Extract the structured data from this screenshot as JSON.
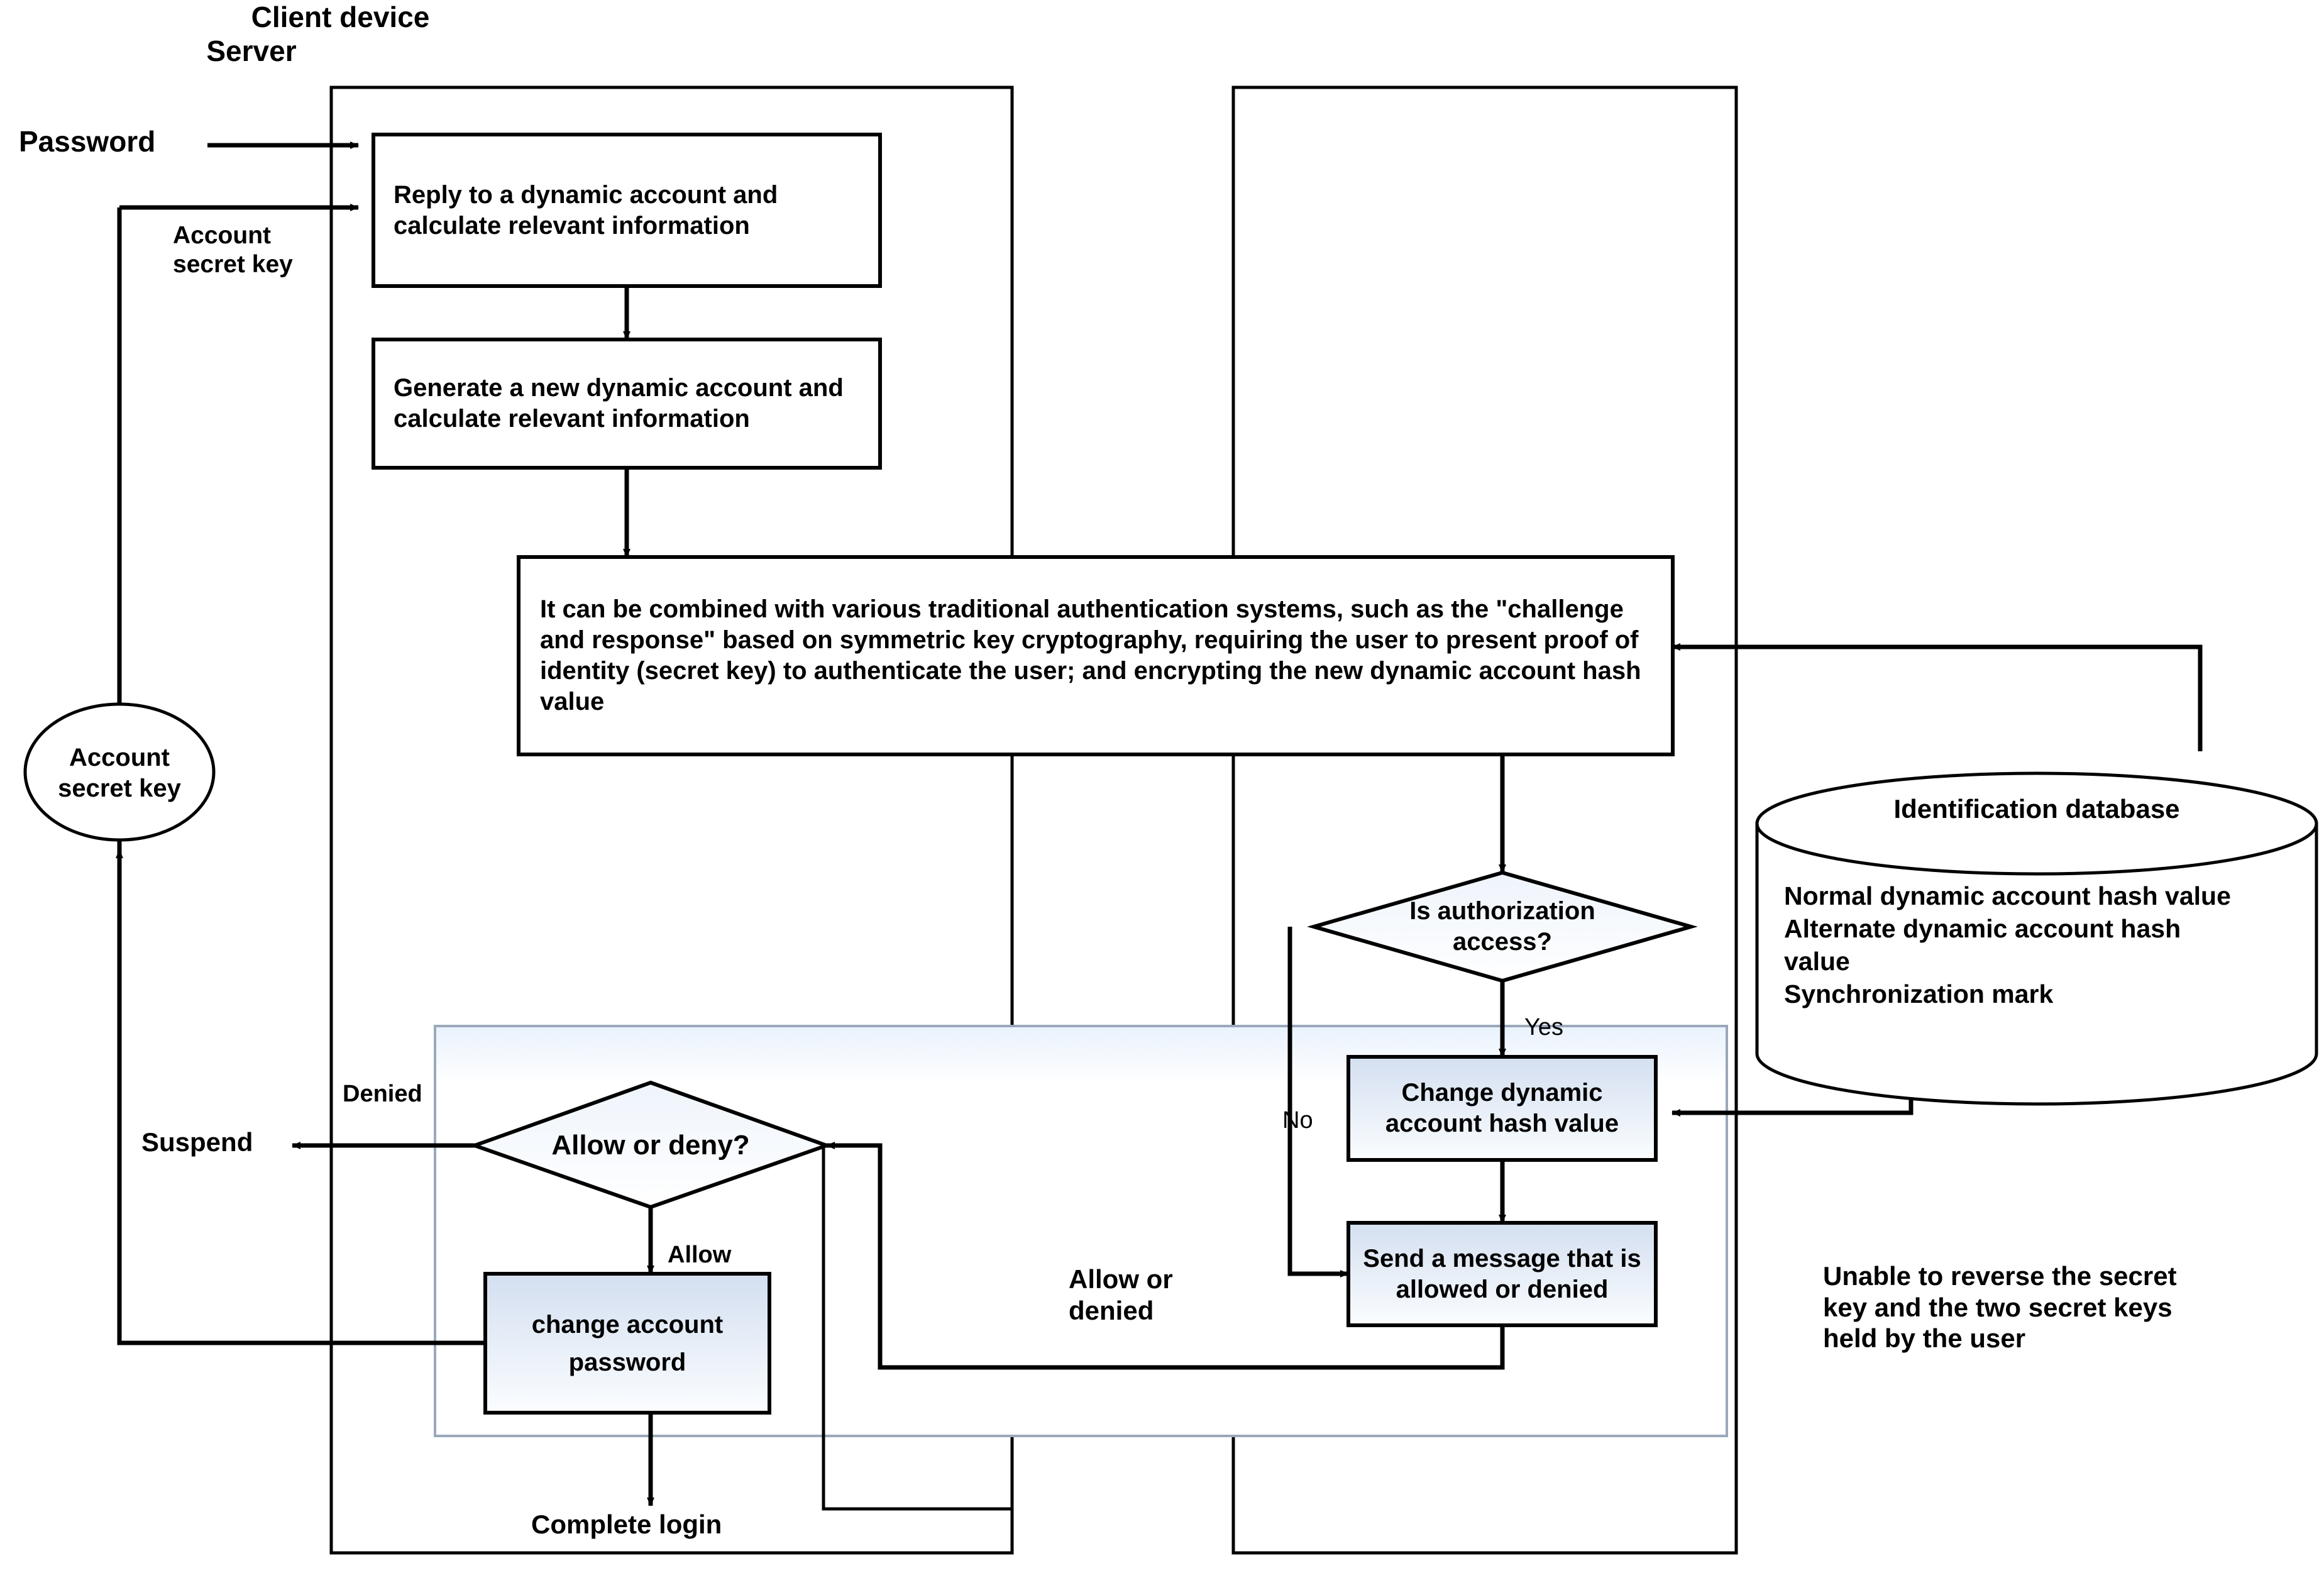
{
  "lanes": [
    {
      "id": "client",
      "title": "Client device"
    },
    {
      "id": "server",
      "title": "Server"
    }
  ],
  "external_labels": {
    "password": "Password",
    "account_secret_key_in": "Account\nsecret key",
    "suspend": "Suspend",
    "complete_login": "Complete login",
    "allow_or_denied": "Allow or\ndenied",
    "note_irreversible": "Unable to reverse the secret\nkey and the two secret keys\nheld by the user"
  },
  "nodes": {
    "account_secret_key_circle": {
      "label": "Account\nsecret key",
      "shape": "ellipse"
    },
    "reply_dynamic_account": {
      "label": "Reply to a dynamic account and\ncalculate relevant information",
      "shape": "process"
    },
    "generate_dynamic_account": {
      "label": "Generate a new dynamic account\nand calculate relevant information",
      "shape": "process"
    },
    "combined_auth_systems": {
      "label": "It can be combined with various traditional authentication systems, such as\nthe \"challenge and response\" based on symmetric key cryptography, requiring\nthe user to present proof of identity (secret key) to authenticate the user; and\nencrypting the new dynamic account hash value",
      "shape": "process"
    },
    "is_authorization_access": {
      "label": "Is authorization\naccess?",
      "shape": "decision"
    },
    "change_dynamic_hash": {
      "label": "Change dynamic\naccount hash value",
      "shape": "process-shaded"
    },
    "send_message_allowed_denied": {
      "label": "Send a message that\nis allowed or denied",
      "shape": "process-shaded"
    },
    "allow_or_deny": {
      "label": "Allow or deny?",
      "shape": "decision"
    },
    "change_account_password": {
      "label": "change\naccount\npassword",
      "shape": "process-shaded"
    },
    "identification_database": {
      "title": "Identification database",
      "lines": [
        "Normal dynamic account hash value",
        "Alternate dynamic account hash",
        "value",
        "Synchronization mark"
      ],
      "shape": "cylinder"
    }
  },
  "edge_labels": {
    "yes": "Yes",
    "no": "No",
    "allow": "Allow",
    "denied": "Denied"
  },
  "colors": {
    "stroke": "#000000",
    "shaded_fill_top": "#d6e0ef",
    "shaded_fill_bottom": "#f7fafd",
    "region_fill_top": "#eef5fd",
    "region_fill_bottom": "#ffffff",
    "region_stroke": "#7f8fa4",
    "background": "#ffffff"
  }
}
